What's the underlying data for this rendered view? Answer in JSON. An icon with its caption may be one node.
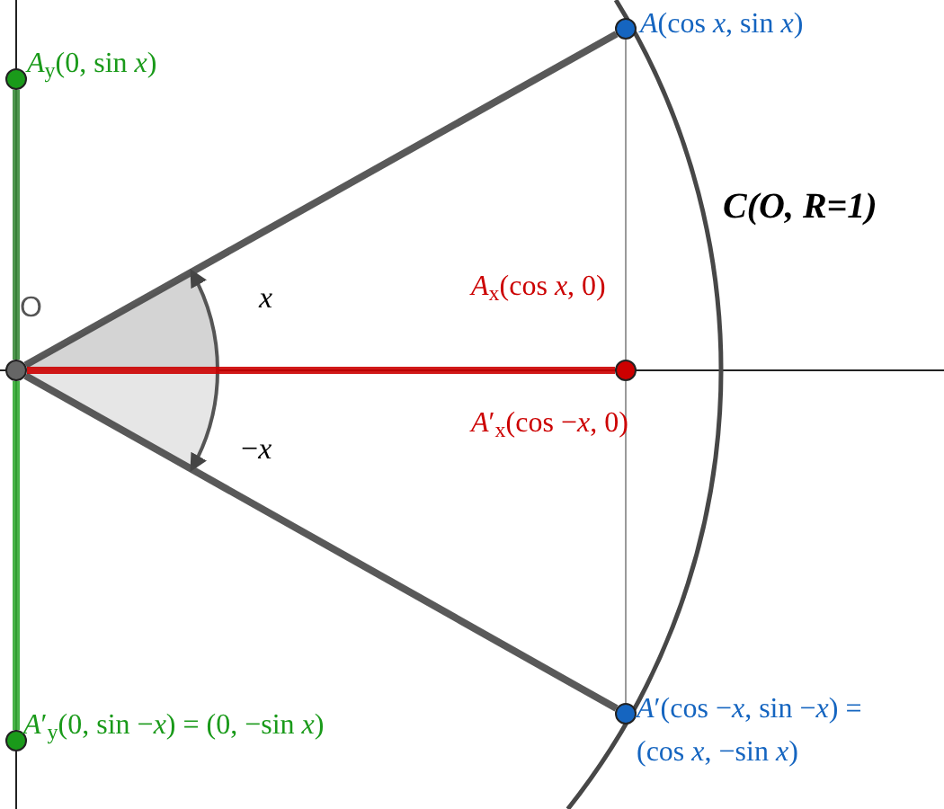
{
  "diagram": {
    "nodes": [
      {
        "text": [
          "O"
        ]
      },
      {
        "text": [
          "*A*$_{y}$(0, sin *x*)"
        ]
      },
      {
        "text": [
          "*A*(cos *x*, sin *x*)"
        ]
      },
      {
        "text": [
          "*A*$_{x}$(cos *x*, 0)",
          "*A*′$_{x}$(cos −*x*, 0)"
        ]
      },
      {
        "text": [
          "*A*′(cos −*x*, sin −*x*) =(cos *x*, −sin *x*)"
        ]
      },
      {
        "text": [
          "*A*′$_{y}$(0, sin −*x*) = (0, −sin *x*)"
        ]
      }
    ],
    "edges": [
      {
        "from": 0,
        "to": 2,
        "arrow": "none",
        "color": "#474747"
      },
      {
        "from": 0,
        "to": 4,
        "arrow": "none",
        "color": "#474747"
      },
      {
        "from": 0,
        "to": 3,
        "arrow": "none",
        "color": "#cc0000"
      },
      {
        "from": 0,
        "to": 1,
        "arrow": "none",
        "color": "#3a8a3a"
      },
      {
        "from": 0,
        "to": 5,
        "arrow": "none",
        "color": "#33aa33"
      },
      {
        "from": 2,
        "to": 3,
        "arrow": "none",
        "color": "#9a9a9a"
      },
      {
        "from": 3,
        "to": 4,
        "arrow": "none",
        "color": "#9a9a9a"
      }
    ],
    "labels": [
      "C(O, R=1)",
      "*x*",
      "−*x*"
    ]
  }
}
